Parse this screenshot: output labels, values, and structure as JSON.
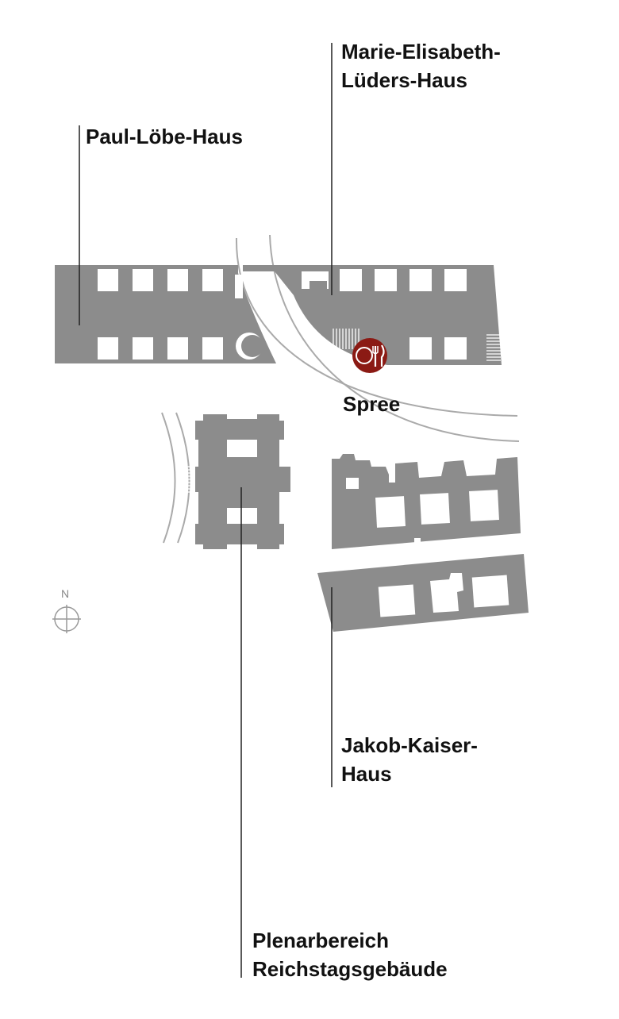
{
  "labels": {
    "paul_loebe": {
      "line1": "Paul-Löbe-Haus"
    },
    "marie_elisabeth": {
      "line1": "Marie-Elisabeth-",
      "line2": "Lüders-Haus"
    },
    "spree": {
      "line1": "Spree"
    },
    "jakob_kaiser": {
      "line1": "Jakob-Kaiser-",
      "line2": "Haus"
    },
    "plenarbereich": {
      "line1": "Plenarbereich",
      "line2": "Reichstagsgebäude"
    }
  },
  "compass": {
    "north_label": "N"
  },
  "markers": [
    {
      "name": "restaurant",
      "icon": "fork-knife-plate-icon",
      "color": "#8b1a14"
    }
  ],
  "colors": {
    "building": "#8c8c8c",
    "leader_line": "#222222",
    "river_line": "#aaaaaa",
    "restaurant": "#8b1a14"
  }
}
